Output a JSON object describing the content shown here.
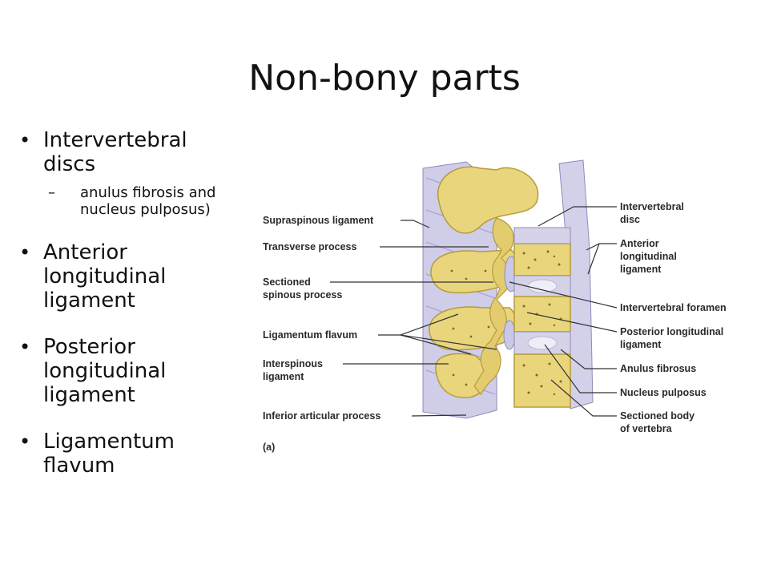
{
  "slide": {
    "title": "Non-bony parts",
    "bullets": [
      {
        "text": "Intervertebral discs",
        "sub": [
          "anulus fibrosis and nucleus pulposus)"
        ]
      },
      {
        "text": "Anterior longitudinal ligament"
      },
      {
        "text": "Posterior longitudinal ligament"
      },
      {
        "text": "Ligamentum flavum"
      }
    ],
    "sub_dash": "–"
  },
  "figure": {
    "labels_left": {
      "supraspinous": "Supraspinous ligament",
      "transverse": "Transverse process",
      "sectioned_spinous_1": "Sectioned",
      "sectioned_spinous_2": "spinous process",
      "flavum": "Ligamentum flavum",
      "interspinous_1": "Interspinous",
      "interspinous_2": "ligament",
      "inferior_articular": "Inferior articular process"
    },
    "labels_right": {
      "disc_1": "Intervertebral",
      "disc_2": "disc",
      "anterior_1": "Anterior",
      "anterior_2": "longitudinal",
      "anterior_3": "ligament",
      "foramen": "Intervertebral foramen",
      "posterior_1": "Posterior longitudinal",
      "posterior_2": "ligament",
      "anulus": "Anulus fibrosus",
      "nucleus": "Nucleus pulposus",
      "body_1": "Sectioned body",
      "body_2": "of vertebra"
    },
    "panel_label": "(a)",
    "colors": {
      "bone": "#e9d67c",
      "bone_edge": "#b69b3a",
      "ligament": "#c9c8e6",
      "disc": "#d6d3e8",
      "leader": "#333333"
    }
  }
}
